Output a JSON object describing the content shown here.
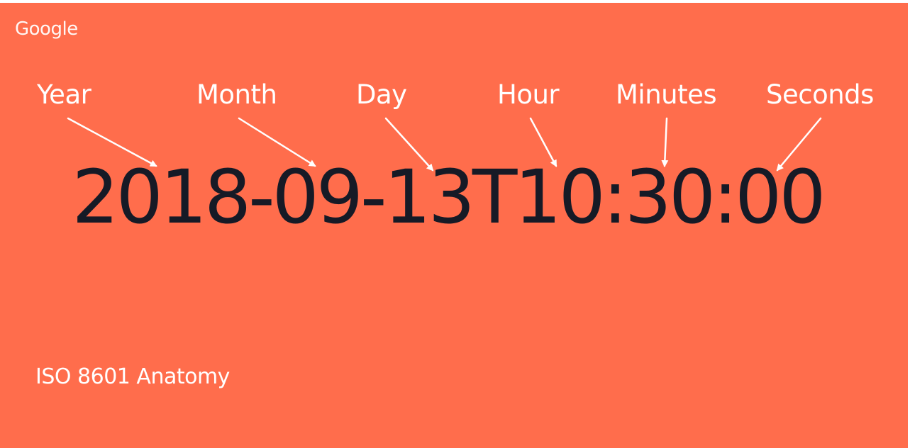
{
  "logo": "Google",
  "labels": {
    "year": "Year",
    "month": "Month",
    "day": "Day",
    "hour": "Hour",
    "minutes": "Minutes",
    "seconds": "Seconds"
  },
  "timestamp": "2018-09-13T10:30:00",
  "caption": "ISO 8601 Anatomy",
  "colors": {
    "background": "#ff6d4c",
    "label_text": "#ffffff",
    "timestamp_text": "#161a26"
  }
}
